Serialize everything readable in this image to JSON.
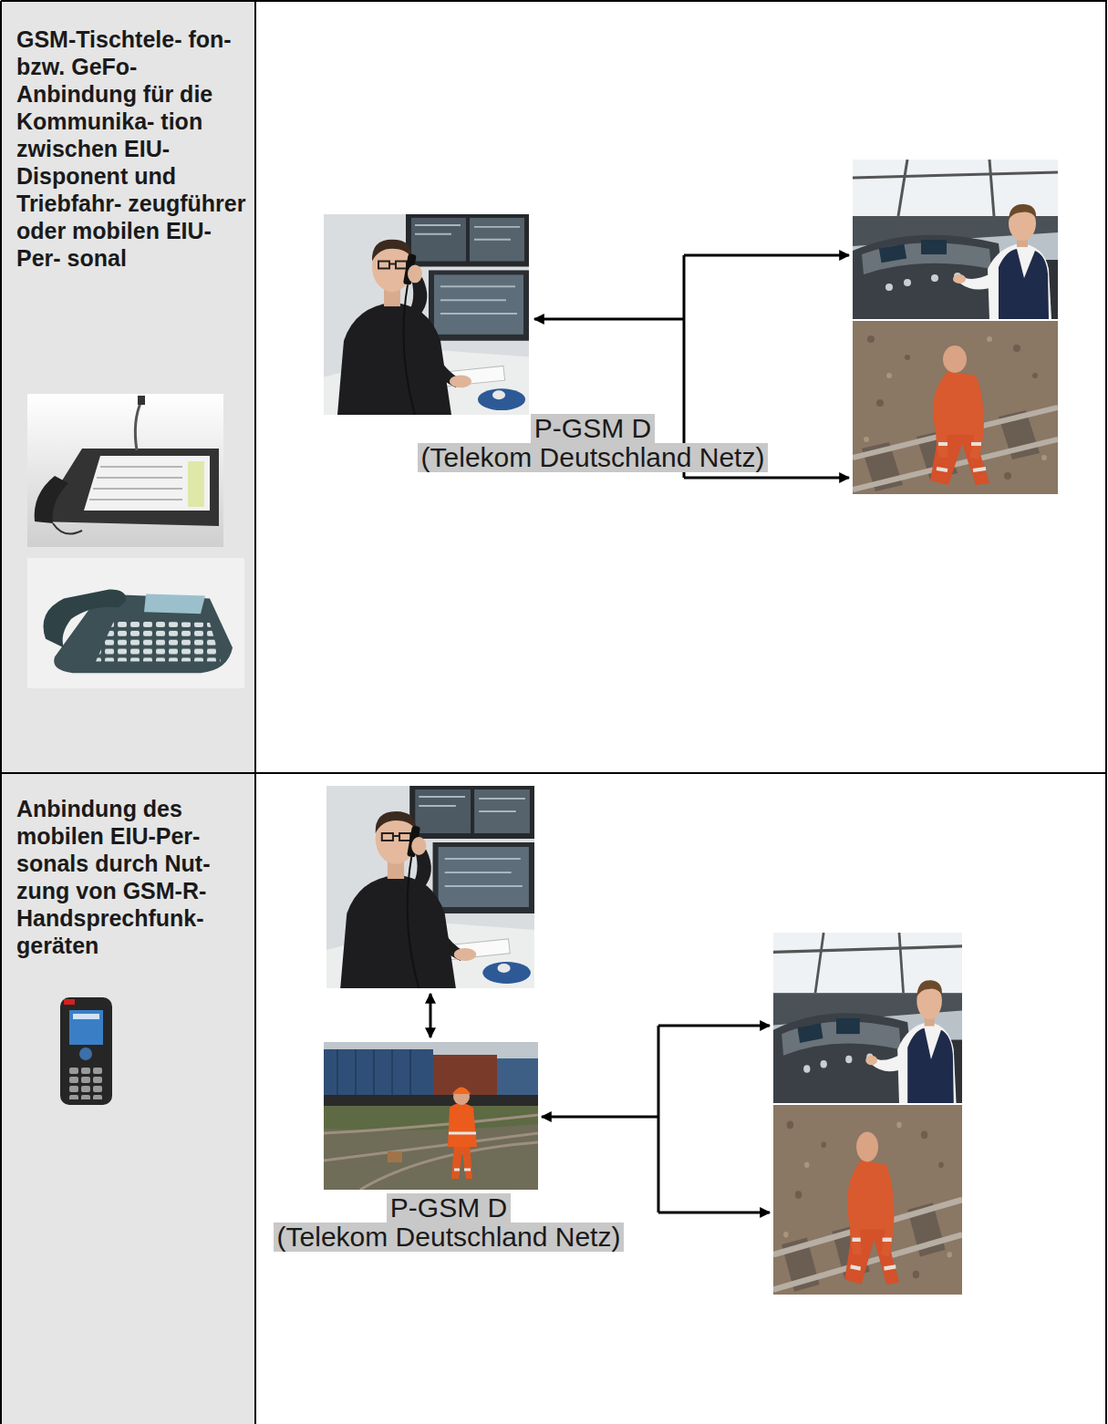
{
  "diagram": {
    "nodes": [
      {
        "text": [
          "P-GSM D",
          "(Telekom Deutschland Netz)"
        ]
      },
      {
        "text": [
          "P-GSM D",
          "(Telekom Deutschland Netz)"
        ]
      }
    ],
    "labels": [
      "GSM-Tischtele- fon- bzw. GeFo- Anbindung für die Kommunika- tion zwischen EIU-Disponent und Triebfahr- zeugführer oder mobilen EIU-Per- sonal",
      "Anbindung des mobilen EIU-Per- sonals durch Nut- zung von GSM-R- Handsprechfunk- geräten"
    ]
  }
}
